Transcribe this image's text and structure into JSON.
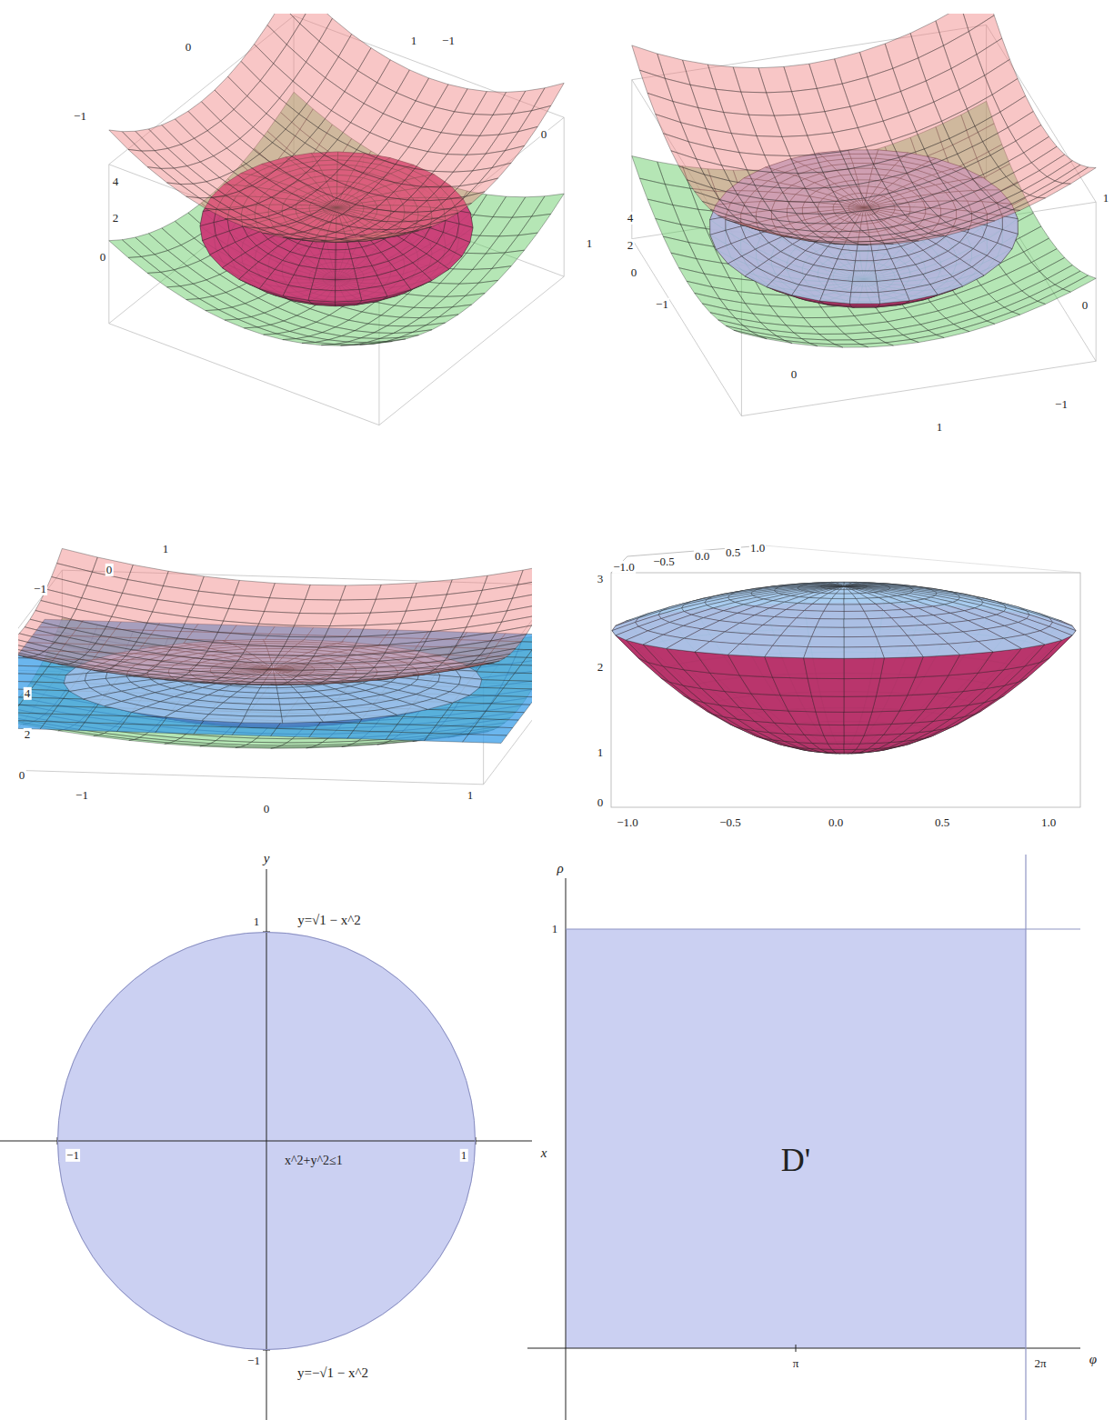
{
  "diagram": {
    "nodes": [
      {
        "text": [
          "x^2+y^2≤1"
        ]
      },
      {
        "text": [
          "D'"
        ]
      }
    ],
    "labels": [
      "1",
      "−1",
      "0",
      "−1",
      "0",
      "1",
      "4",
      "2",
      "0",
      "4",
      "2",
      "0",
      "−1",
      "0",
      "1",
      "1",
      "0",
      "−1",
      "−1",
      "0",
      "1",
      "4",
      "2",
      "0",
      "−1",
      "0",
      "1",
      "−1.0",
      "−0.5",
      "0.0",
      "0.5",
      "1.0",
      "3",
      "2",
      "1",
      "0",
      "−1.0",
      "−0.5",
      "0.0",
      "0.5",
      "1.0",
      "y",
      "1",
      "y=√1 − x^2",
      "−1",
      "1",
      "x",
      "−1",
      "y=−√1 − x^2",
      "ρ",
      "1",
      "π",
      "2π",
      "φ"
    ]
  }
}
